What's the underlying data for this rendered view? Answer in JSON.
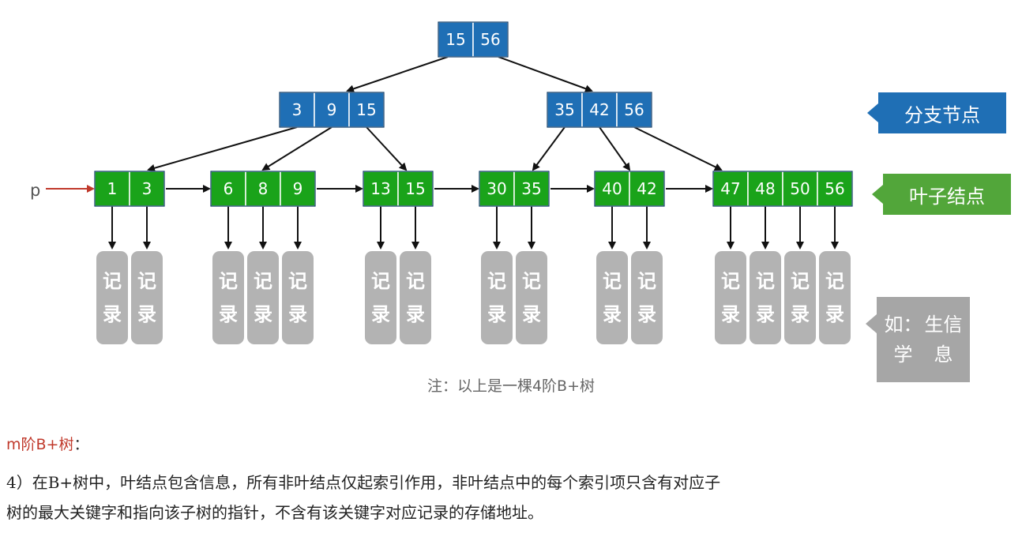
{
  "tree": {
    "root": [
      "15",
      "56"
    ],
    "branches": [
      [
        "3",
        "9",
        "15"
      ],
      [
        "35",
        "42",
        "56"
      ]
    ],
    "leaves": [
      [
        "1",
        "3"
      ],
      [
        "6",
        "8",
        "9"
      ],
      [
        "13",
        "15"
      ],
      [
        "30",
        "35"
      ],
      [
        "40",
        "42"
      ],
      [
        "47",
        "48",
        "50",
        "56"
      ]
    ],
    "record_label": "记录",
    "pointer_label": "p"
  },
  "colors": {
    "branch_node": "#1f6fb5",
    "leaf_node": "#1aa31a",
    "record": "#b3b3b3",
    "pointer_arrow": "#c0392b"
  },
  "tags": {
    "branch": "分支节点",
    "leaf": "叶子结点",
    "example_line1": "如：学",
    "example_line2": "生信息"
  },
  "caption": "注：以上是一棵4阶B+树",
  "heading": "m阶B+树",
  "heading_colon": "：",
  "paragraph_line1": "4）在B+树中，叶结点包含信息，所有非叶结点仅起索引作用，非叶结点中的每个索引项只含有对应子",
  "paragraph_line2": "树的最大关键字和指向该子树的指针，不含有该关键字对应记录的存储地址。"
}
